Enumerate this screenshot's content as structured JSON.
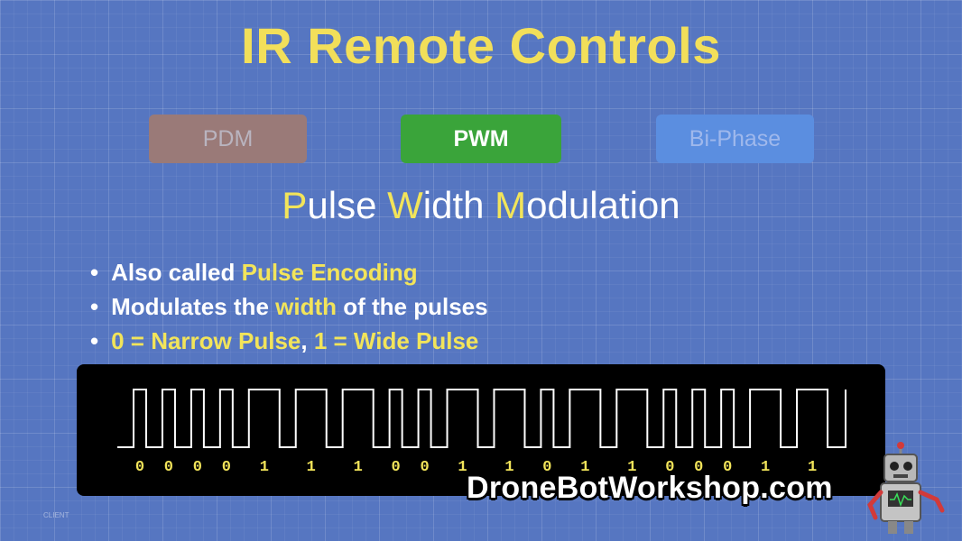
{
  "title": "IR Remote Controls",
  "tabs": [
    {
      "label": "PDM",
      "active": false,
      "color": "#9a7a78"
    },
    {
      "label": "PWM",
      "active": true,
      "color": "#3aa43a"
    },
    {
      "label": "Bi-Phase",
      "active": false,
      "color": "#5b8ee0"
    }
  ],
  "subtitle": {
    "parts": [
      "P",
      "ulse ",
      "W",
      "idth ",
      "M",
      "odulation"
    ]
  },
  "bullets": [
    {
      "parts": [
        "Also called ",
        "Pulse Encoding"
      ]
    },
    {
      "parts": [
        "Modulates the ",
        "width",
        " of the pulses"
      ]
    },
    {
      "parts": [
        "0 = Narrow Pulse",
        ", ",
        "1 = Wide Pulse"
      ]
    }
  ],
  "waveform": {
    "bits": [
      "0",
      "0",
      "0",
      "0",
      "1",
      "1",
      "1",
      "0",
      "0",
      "1",
      "1",
      "0",
      "1",
      "1",
      "0",
      "0",
      "0",
      "1",
      "1"
    ]
  },
  "watermark": "DroneBotWorkshop.com",
  "footer_tag": "CLIENT",
  "colors": {
    "background": "#5676c1",
    "title": "#f2df5a",
    "highlight": "#f2e45a",
    "bit_label": "#f2e45a"
  }
}
